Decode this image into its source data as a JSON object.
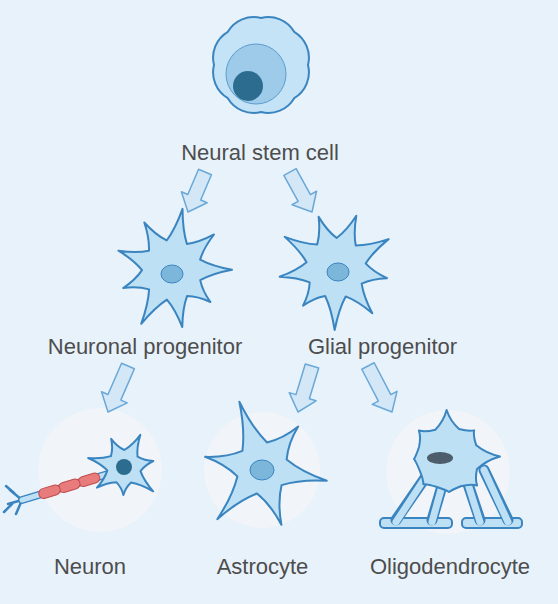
{
  "diagram": {
    "nodes": [
      {
        "text": [
          "Neural stem cell"
        ]
      },
      {
        "text": [
          "Neuronal progenitor"
        ]
      },
      {
        "text": [
          "Glial progenitor"
        ]
      },
      {
        "text": [
          "Neuron"
        ]
      },
      {
        "text": [
          "Astrocyte"
        ]
      },
      {
        "text": [
          "Oligodendrocyte"
        ]
      }
    ],
    "edges": [
      {
        "from": 0,
        "to": 1,
        "arrow": "to"
      },
      {
        "from": 0,
        "to": 2,
        "arrow": "to"
      },
      {
        "from": 1,
        "to": 3,
        "arrow": "to"
      },
      {
        "from": 2,
        "to": 4,
        "arrow": "to"
      },
      {
        "from": 2,
        "to": 5,
        "arrow": "to"
      }
    ]
  }
}
